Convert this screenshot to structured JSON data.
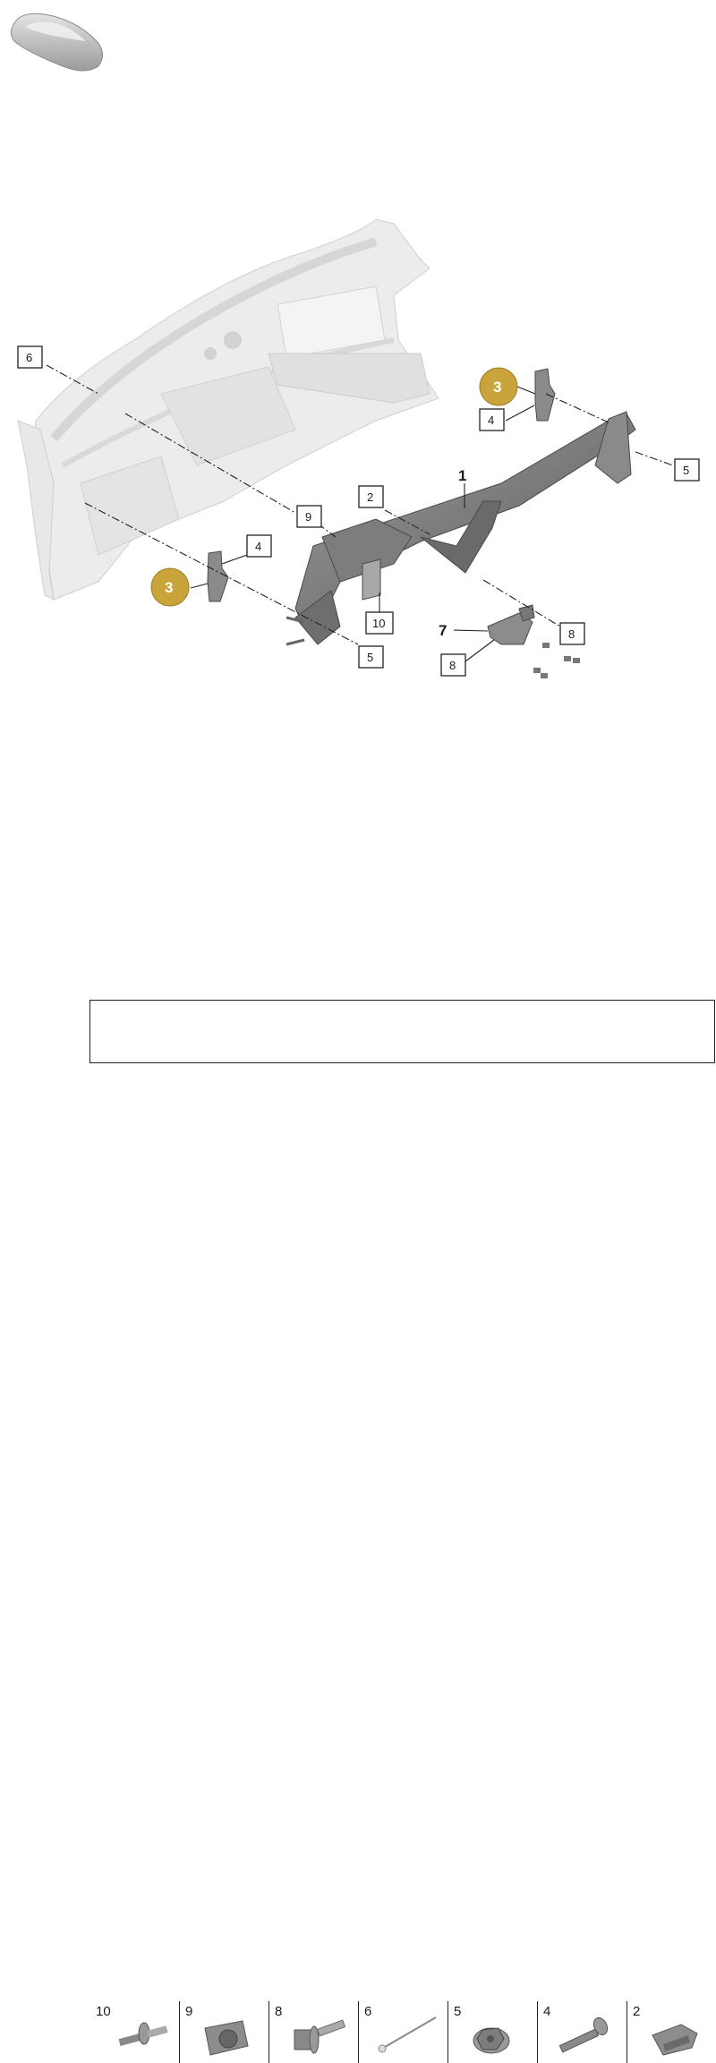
{
  "callouts": {
    "c1": "1",
    "c2": "2",
    "c3a": "3",
    "c3b": "3",
    "c4a": "4",
    "c4b": "4",
    "c5a": "5",
    "c5b": "5",
    "c6": "6",
    "c7": "7",
    "c8a": "8",
    "c8b": "8",
    "c9": "9",
    "c10": "10"
  },
  "legend": [
    {
      "num": "10",
      "icon": "bolt-icon"
    },
    {
      "num": "9",
      "icon": "clip-nut-icon"
    },
    {
      "num": "8",
      "icon": "flange-bolt-icon"
    },
    {
      "num": "6",
      "icon": "rivet-pin-icon"
    },
    {
      "num": "5",
      "icon": "hex-nut-icon"
    },
    {
      "num": "4",
      "icon": "screw-icon"
    },
    {
      "num": "2",
      "icon": "bracket-clip-icon"
    }
  ],
  "colors": {
    "highlight": "#c9a43a",
    "ghost_body": "#e6e6e6",
    "part_dark": "#7a7a7a"
  }
}
